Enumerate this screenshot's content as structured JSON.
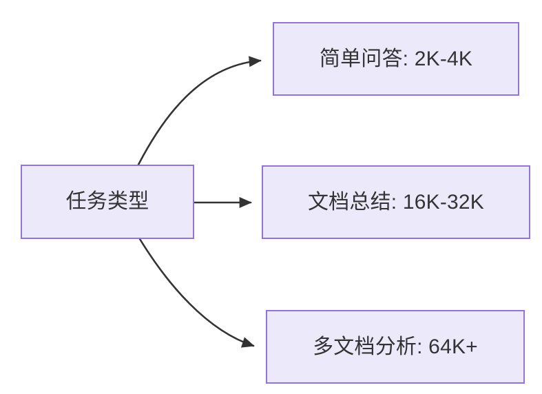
{
  "diagram": {
    "type": "flowchart",
    "direction": "left-to-right",
    "background_color": "#ffffff",
    "node_fill_color": "#ece9fb",
    "node_border_color": "#9374d6",
    "text_color": "#333333",
    "edge_color": "#333333",
    "nodes": [
      {
        "id": "source",
        "label": "任务类型",
        "role": "root"
      },
      {
        "id": "simple-qa",
        "label": "简单问答: 2K-4K",
        "role": "leaf"
      },
      {
        "id": "doc-summary",
        "label": "文档总结: 16K-32K",
        "role": "leaf"
      },
      {
        "id": "multi-doc",
        "label": "多文档分析: 64K+",
        "role": "leaf"
      }
    ],
    "edges": [
      {
        "id": "edge-source-simple-qa",
        "from": "source",
        "to": "simple-qa",
        "label": "",
        "style": "curved",
        "arrowhead": "filled-triangle"
      },
      {
        "id": "edge-source-doc-summary",
        "from": "source",
        "to": "doc-summary",
        "label": "",
        "style": "straight",
        "arrowhead": "filled-triangle"
      },
      {
        "id": "edge-source-multi-doc",
        "from": "source",
        "to": "multi-doc",
        "label": "",
        "style": "curved",
        "arrowhead": "filled-triangle"
      }
    ]
  }
}
